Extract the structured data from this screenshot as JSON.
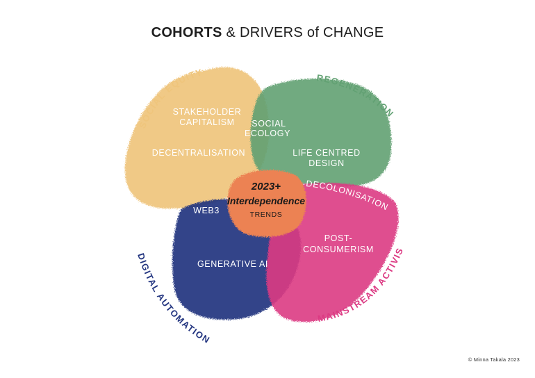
{
  "title": {
    "bold": "COHORTS",
    "rest": " & DRIVERS of CHANGE"
  },
  "cohorts": {
    "social_equity": "SOCIAL EQUITY",
    "regeneration": "REGENERATION",
    "digital_automation": "DIGITAL AUTOMATION",
    "mainstream_activism": "MAINSTREAM ACTIVISM"
  },
  "drivers": {
    "stakeholder_1": "STAKEHOLDER",
    "stakeholder_2": "CAPITALISM",
    "decentralisation": "DECENTRALISATION",
    "social_1": "SOCIAL",
    "social_2": "ECOLOGY",
    "life_1": "LIFE CENTRED",
    "life_2": "DESIGN",
    "web3": "WEB3",
    "decolonisation": "DECOLONISATION",
    "post_1": "POST-",
    "post_2": "CONSUMERISM",
    "generative_ai": "GENERATIVE AI"
  },
  "center": {
    "year": "2023+",
    "name": "Interdependence",
    "trends": "TRENDS"
  },
  "copyright": "© Minna Takala 2023",
  "colors": {
    "social_equity": "#efc57c",
    "regeneration": "#62a173",
    "digital_automation": "#22347f",
    "mainstream_activism": "#dc3a83",
    "center": "#ec8252"
  }
}
